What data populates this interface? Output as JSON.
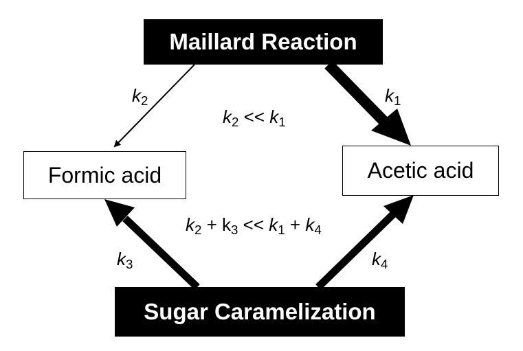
{
  "nodes": {
    "maillard": "Maillard Reaction",
    "sugar": "Sugar Caramelization",
    "formic": "Formic acid",
    "acetic": "Acetic acid"
  },
  "rates": {
    "k1": {
      "sym": "k",
      "sub": "1"
    },
    "k2": {
      "sym": "k",
      "sub": "2"
    },
    "k3": {
      "sym": "k",
      "sub": "3"
    },
    "k4": {
      "sym": "k",
      "sub": "4"
    }
  },
  "relations": {
    "rel1": {
      "a_sym": "k",
      "a_sub": "2",
      "op": " << ",
      "b_sym": "k",
      "b_sub": "1"
    },
    "rel2": {
      "a_sym": "k",
      "a_sub": "2",
      "plus1": " + ",
      "b_sym": "k",
      "b_sub": "3",
      "op": " << ",
      "c_sym": "k",
      "c_sub": "1",
      "plus2": " + ",
      "d_sym": "k",
      "d_sub": "4"
    }
  },
  "colors": {
    "box_fill": "#000000",
    "box_text": "#ffffff",
    "line": "#000000"
  }
}
